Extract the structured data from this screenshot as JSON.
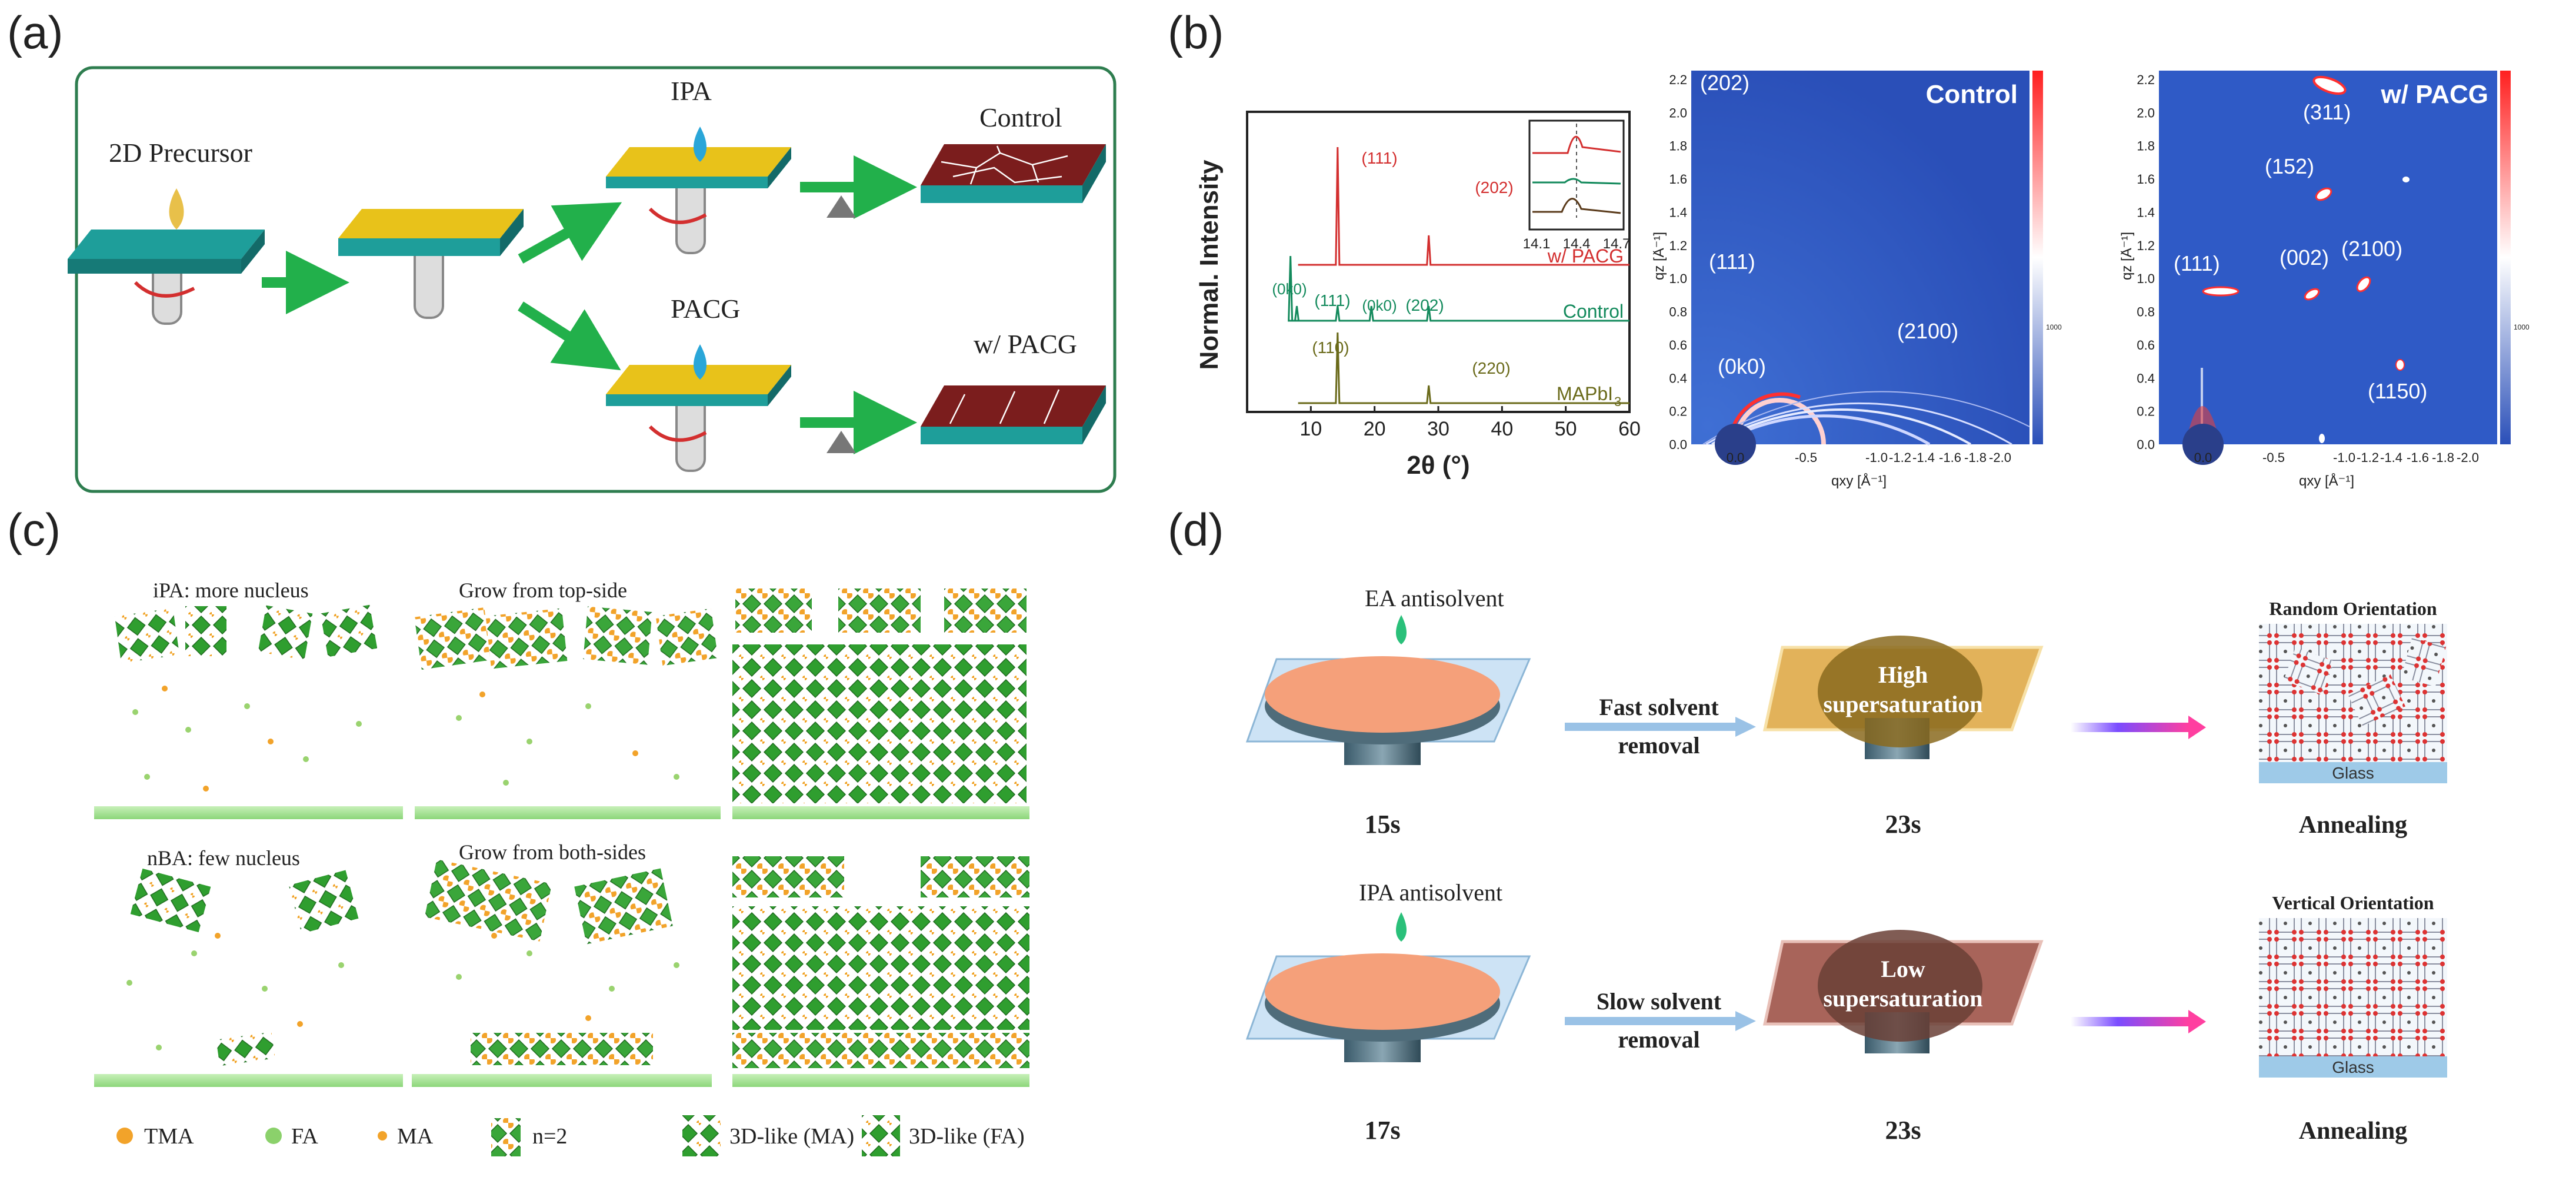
{
  "panels": {
    "a": "(a)",
    "b": "(b)",
    "c": "(c)",
    "d": "(d)"
  },
  "a": {
    "precursor": "2D Precursor",
    "ipa": "IPA",
    "pacg": "PACG",
    "control": "Control",
    "with_pacg": "w/ PACG"
  },
  "b_xrd": {
    "ylabel": "Normal. Intensity",
    "xlabel": "2θ (°)",
    "xticks": [
      "10",
      "20",
      "30",
      "40",
      "50",
      "60"
    ],
    "traces": {
      "top": "w/ PACG",
      "mid": "Control",
      "bot": "MAPbI"
    },
    "bot_sub": "3",
    "peaks_top": [
      "(111)",
      "(202)"
    ],
    "peaks_mid": [
      "(0k0)",
      "(111)",
      "(0k0)",
      "(202)"
    ],
    "peaks_bot": [
      "(110)",
      "(220)"
    ],
    "inset_ticks": [
      "14.1",
      "14.4",
      "14.7"
    ]
  },
  "chart_data": {
    "type": "line",
    "xlabel": "2θ (°)",
    "ylabel": "Normal. Intensity",
    "xlim": [
      0,
      60
    ],
    "series": [
      {
        "name": "w/ PACG",
        "peaks_2theta": [
          14.2,
          28.5
        ]
      },
      {
        "name": "Control",
        "peaks_2theta": [
          6.8,
          7.8,
          14.2,
          19.5,
          28.5
        ]
      },
      {
        "name": "MAPbI3",
        "peaks_2theta": [
          14.2,
          28.5
        ]
      }
    ]
  },
  "b_giwaxs": {
    "control_title": "Control",
    "pacg_title": "w/ PACG",
    "qz_label": "qz [Å⁻¹]",
    "qxy_label": "qxy [Å⁻¹]",
    "yticks": [
      "2.2",
      "2.0",
      "1.8",
      "1.6",
      "1.4",
      "1.2",
      "1.0",
      "0.8",
      "0.6",
      "0.4",
      "0.2",
      "0.0"
    ],
    "xticks": [
      "0.0",
      "-0.5",
      "-1.0",
      "-1.2",
      "-1.4",
      "-1.6",
      "-1.8",
      "-2.0"
    ],
    "control_labels": [
      "(202)",
      "(111)",
      "(0k0)",
      "(2100)"
    ],
    "pacg_labels": [
      "(311)",
      "(152)",
      "(111)",
      "(002)",
      "(2100)",
      "(1150)"
    ],
    "cbar": "1000"
  },
  "c": {
    "row1_left": "iPA: more nucleus",
    "row1_mid": "Grow from top-side",
    "row2_left": "nBA: few nucleus",
    "row2_mid": "Grow from both-sides",
    "legend": {
      "tma": "TMA",
      "fa": "FA",
      "ma": "MA",
      "n2": "n=2",
      "ma3d": "3D-like (MA)",
      "fa3d": "3D-like (FA)"
    }
  },
  "d": {
    "ea": "EA  antisolvent",
    "ipa": "IPA  antisolvent",
    "fast": "Fast solvent",
    "removal": "removal",
    "slow": "Slow solvent",
    "high1": "High",
    "high2": "supersaturation",
    "low1": "Low",
    "low2": "supersaturation",
    "t1": "15s",
    "t2": "23s",
    "t3": "17s",
    "t4": "23s",
    "random": "Random Orientation",
    "vertical": "Vertical Orientation",
    "glass": "Glass",
    "annealing": "Annealing"
  }
}
